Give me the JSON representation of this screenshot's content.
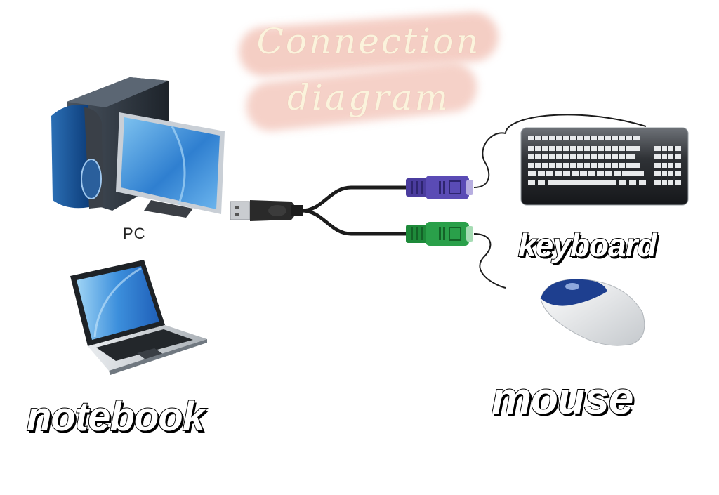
{
  "title": {
    "line1": "Connection",
    "line2": "diagram",
    "text_color": "#fbf3dc",
    "highlight_color": "#efb3a6"
  },
  "devices": {
    "pc": {
      "label": "PC",
      "icon": "desktop-computer-icon"
    },
    "notebook": {
      "label": "notebook",
      "icon": "laptop-icon"
    },
    "keyboard": {
      "label": "keyboard",
      "icon": "keyboard-icon"
    },
    "mouse": {
      "label": "mouse",
      "icon": "mouse-icon"
    }
  },
  "cable": {
    "type": "USB to dual PS/2 splitter",
    "usb_plug_color": "#2a2a2a",
    "ps2_keyboard_color": "#5a4bb5",
    "ps2_mouse_color": "#2aa04a"
  }
}
